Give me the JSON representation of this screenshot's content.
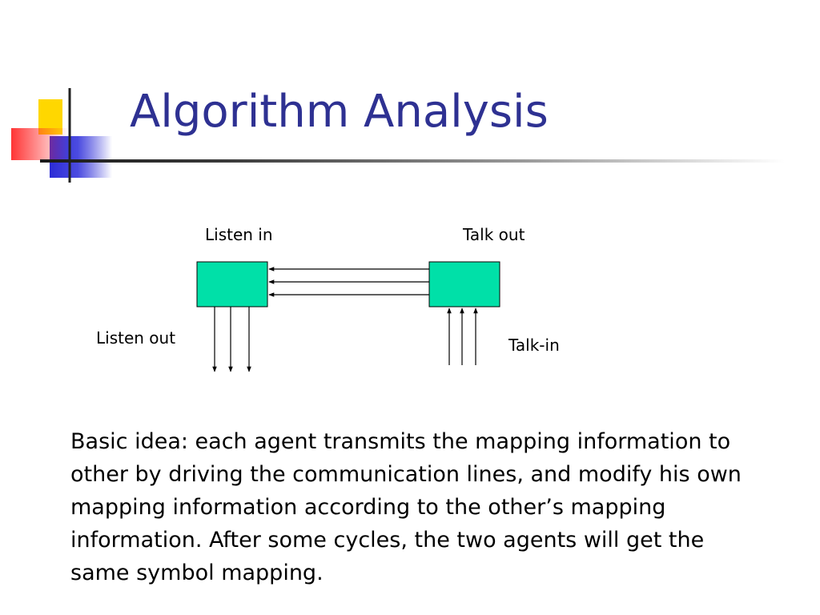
{
  "slide": {
    "title": "Algorithm Analysis",
    "body": "Basic idea: each agent transmits the mapping information to other by driving the communication lines, and modify his own mapping information according to the other’s mapping information. After some cycles, the two agents will get the same symbol mapping."
  },
  "diagram": {
    "labels": {
      "listen_in": "Listen in",
      "talk_out": "Talk out",
      "listen_out": "Listen out",
      "talk_in": "Talk-in"
    },
    "agent_box_color": "#00e0a8",
    "arrow_count_between_agents": 3,
    "arrow_count_listen_out": 3,
    "arrow_count_talk_in": 3
  },
  "colors": {
    "title": "#2e3192",
    "logo_yellow": "#ffd700",
    "logo_red": "#ff3b3b",
    "logo_blue": "#3333cc"
  }
}
